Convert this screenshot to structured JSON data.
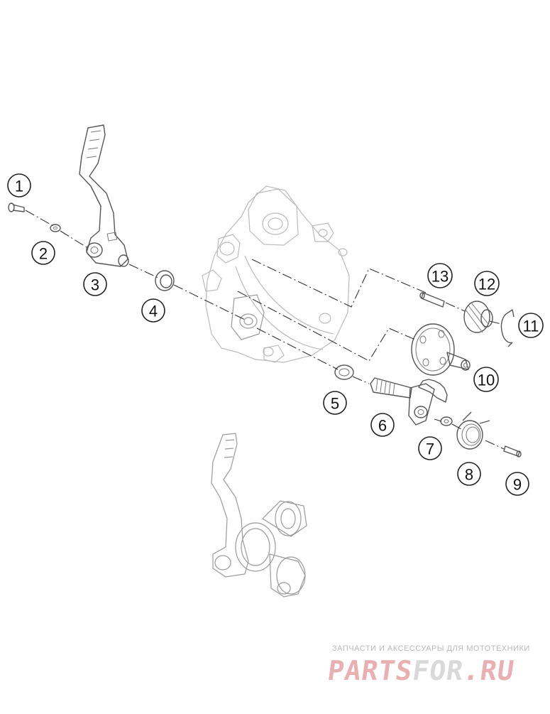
{
  "callouts": [
    {
      "id": "1",
      "label": "1"
    },
    {
      "id": "2",
      "label": "2"
    },
    {
      "id": "3",
      "label": "3"
    },
    {
      "id": "4",
      "label": "4"
    },
    {
      "id": "5",
      "label": "5"
    },
    {
      "id": "6",
      "label": "6"
    },
    {
      "id": "7",
      "label": "7"
    },
    {
      "id": "8",
      "label": "8"
    },
    {
      "id": "9",
      "label": "9"
    },
    {
      "id": "10",
      "label": "10"
    },
    {
      "id": "11",
      "label": "11"
    },
    {
      "id": "12",
      "label": "12"
    },
    {
      "id": "13",
      "label": "13"
    }
  ],
  "watermark": {
    "tagline": "ЗАПЧАСТИ И АКСЕССУАРЫ ДЛЯ МОТОТЕХНИКИ",
    "logo_part1": "PARTS",
    "logo_part2": "FOR",
    "logo_part3": ".RU"
  },
  "colors": {
    "ink": "#222222",
    "ghost": "#bbbbbb",
    "watermark_red": "#e9b0b3",
    "watermark_grey": "#d9d9d9"
  }
}
